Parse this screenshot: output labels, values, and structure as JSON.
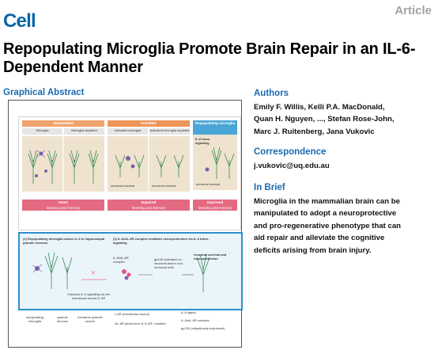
{
  "header": {
    "logo": "Cell",
    "article_type": "Article",
    "title": "Repopulating Microglia Promote Brain Repair in an IL-6-Dependent Manner"
  },
  "graphical_abstract": {
    "heading": "Graphical Abstract",
    "panels": [
      {
        "group": "UNINJURED",
        "subs": [
          "Microglia",
          "Microglia depleted"
        ],
        "outcome_main": "Intact",
        "outcome_sub": "learning and memory"
      },
      {
        "group": "INJURED",
        "subs": [
          "Activated microglia",
          "Activated microglia depleted"
        ],
        "outcome_main": "Impaired",
        "outcome_sub": "learning and memory"
      },
      {
        "group": "Repopulating microglia",
        "subs": [],
        "outcome_main": "Improved",
        "outcome_sub": "learning and memory"
      }
    ],
    "survival_labels": [
      "neuronal survival",
      "neuronal survival",
      "neuronal survival"
    ],
    "il6_label": "IL-6 trans-signaling",
    "mech_1_title": "(1) Repopulating microglia induce IL-6 in hippocampal granule neurons",
    "mech_2_title": "(2) IL-6/sIL-6R complex mediates neuroprotection via IL-6 trans-signaling",
    "complex_label": "IL-6/sIL-6R complex",
    "gp130_label": "gp130 activation on neuronal and/or non-neuronal cells",
    "outcome_label": "neuronal survival and neuroprotection",
    "classical_label": "Classical IL-6 signaling via the membrane bound IL-6R",
    "legend": [
      "repopulating microglia",
      "granule neurons",
      "immature granule neuron",
      "L-6R (membrane-bound)",
      "sIL-6R (shed form of IL-6R / soluble)",
      "IL-6 ligand",
      "IL-6/sIL-6R complex",
      "gp130 (ubiquitously expressed)"
    ]
  },
  "authors": {
    "heading": "Authors",
    "lines": [
      "Emily F. Willis, Kelli P.A. MacDonald,",
      "Quan H. Nguyen, ..., Stefan Rose-John,",
      "Marc J. Ruitenberg, Jana Vukovic"
    ]
  },
  "correspondence": {
    "heading": "Correspondence",
    "email": "j.vukovic@uq.edu.au"
  },
  "in_brief": {
    "heading": "In Brief",
    "lines": [
      "Microglia in the mammalian brain can be",
      "manipulated to adopt a neuroprotective",
      "and pro-regenerative phenotype that can",
      "aid repair and alleviate the cognitive",
      "deficits arising from brain injury."
    ]
  },
  "colors": {
    "brand_blue": "#0a66a8",
    "uninjured_orange": "#f0a36b",
    "injured_orange": "#ee9559",
    "repop_blue": "#4aa6d6",
    "outcome_pink": "#e46a82",
    "mech_border": "#2b8fcf"
  }
}
